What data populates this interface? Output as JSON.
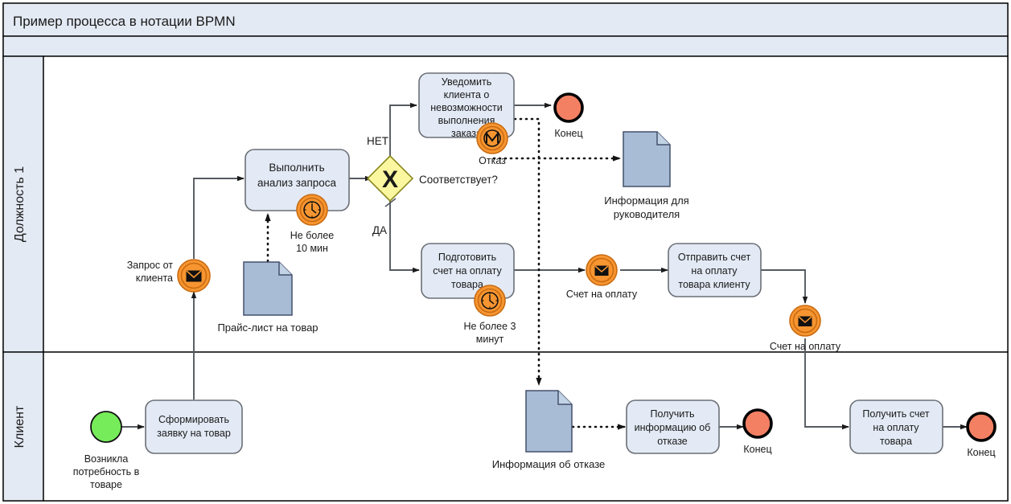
{
  "title": "Пример процесса в нотации BPMN",
  "colors": {
    "header_fill": "#e4eaf4",
    "lane_fill": "#e4eaf4",
    "canvas_fill": "#ffffff",
    "task_fill": "#e3eaf5",
    "task_stroke": "#6b6f76",
    "gateway_fill": "#fbf6a0",
    "gateway_stroke": "#8a8a20",
    "start_event_fill": "#77ec5a",
    "end_event_fill": "#f48064",
    "message_event_fill": "#f79530",
    "document_fill": "#a8bcd6",
    "document_stroke": "#43506a",
    "connector_stroke": "#555a61",
    "border": "#000000"
  },
  "lanes": [
    {
      "id": "lane-top",
      "label": "Должность 1"
    },
    {
      "id": "lane-bottom",
      "label": "Клиент"
    }
  ],
  "tasks": [
    {
      "id": "task-analyze",
      "label": "Выполнить анализ запроса"
    },
    {
      "id": "task-notify-client",
      "label": "Уведомить клиента о невозможности выполнения заказа"
    },
    {
      "id": "task-prepare-invoice",
      "label": "Подготовить счет на оплату товара"
    },
    {
      "id": "task-send-invoice",
      "label": "Отправить счет на оплату товара клиенту"
    },
    {
      "id": "task-get-refusal",
      "label": "Получить информацию об отказе"
    },
    {
      "id": "task-create-request",
      "label": "Сформировать заявку на товар"
    },
    {
      "id": "task-receive-invoice",
      "label": "Получить счет на оплату товара"
    }
  ],
  "events": [
    {
      "id": "event-start-need",
      "type": "start",
      "icon": "none",
      "label": "Возникла потребность в товаре"
    },
    {
      "id": "event-request-from-client",
      "type": "intermediate",
      "icon": "message",
      "label": "Запрос от клиента"
    },
    {
      "id": "event-timer-10min",
      "type": "boundary",
      "icon": "timer",
      "label": "Не более 10 мин"
    },
    {
      "id": "event-timer-3min",
      "type": "boundary",
      "icon": "timer",
      "label": "Не более 3 минут"
    },
    {
      "id": "event-signal-refusal",
      "type": "boundary",
      "icon": "signal",
      "label": "Отказ"
    },
    {
      "id": "event-end-notify",
      "type": "end",
      "icon": "none",
      "label": "Конец"
    },
    {
      "id": "event-invoice-msg",
      "type": "intermediate",
      "icon": "message",
      "label": "Счет на оплату"
    },
    {
      "id": "event-invoice-msg-2",
      "type": "intermediate",
      "icon": "message",
      "label": "Счет на оплату"
    },
    {
      "id": "event-end-refusal",
      "type": "end",
      "icon": "none",
      "label": "Конец"
    },
    {
      "id": "event-end-invoice",
      "type": "end",
      "icon": "none",
      "label": "Конец"
    }
  ],
  "gateways": [
    {
      "id": "gateway-compliance",
      "type": "exclusive",
      "glyph": "X",
      "label": "Соответствует?"
    }
  ],
  "gateway_flow_labels": [
    {
      "id": "flow-label-no",
      "label": "НЕТ"
    },
    {
      "id": "flow-label-yes",
      "label": "ДА"
    }
  ],
  "documents": [
    {
      "id": "doc-price-list",
      "label": "Прайс-лист на товар"
    },
    {
      "id": "doc-info-for-manager",
      "label": "Информация для руководителя"
    },
    {
      "id": "doc-refusal-info",
      "label": "Информация об отказе"
    }
  ]
}
